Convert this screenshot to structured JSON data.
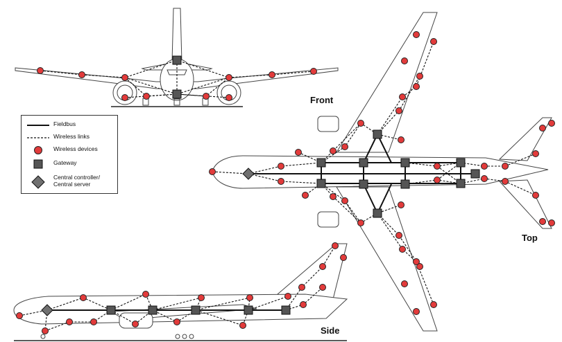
{
  "labels": {
    "front": "Front",
    "top": "Top",
    "side": "Side"
  },
  "legend": {
    "fieldbus": "Fieldbus",
    "wireless_links": "Wireless links",
    "wireless_devices": "Wireless devices",
    "gateway": "Gateway",
    "central_line1": "Central controller/",
    "central_line2": "Central server"
  },
  "colors": {
    "device": "#e23b3b",
    "gateway": "#555555",
    "central": "#707070",
    "outline": "#444444"
  }
}
